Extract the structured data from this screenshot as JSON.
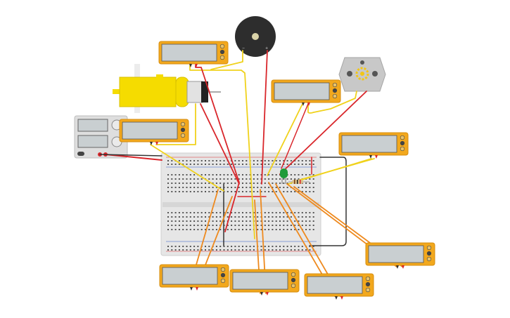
{
  "canvas": {
    "background": "#ffffff"
  },
  "colors": {
    "multimeter_body": "#f2a81d",
    "multimeter_screen": "#c9cfd1",
    "breadboard": "#e8e8e8",
    "wire_red": "#d9262b",
    "wire_yellow": "#f0d21c",
    "wire_orange": "#ee8a1f",
    "wire_black": "#333333",
    "motor_yellow": "#f5dc00",
    "buzzer": "#2d2d2d",
    "led_green": "#1f9b3a"
  },
  "components": {
    "buzzer": {
      "name": "piezo-buzzer",
      "minus_label": "−",
      "plus_label": "+"
    },
    "dc_motor": {
      "name": "dc-motor"
    },
    "gear_motor": {
      "name": "hobby-gearmotor"
    },
    "power_supply": {
      "name": "power-supply"
    },
    "breadboard": {
      "name": "breadboard"
    },
    "led": {
      "name": "led",
      "color": "green"
    },
    "resistor": {
      "name": "resistor"
    }
  },
  "multimeters": [
    {
      "id": "mm1",
      "name": "multimeter-top"
    },
    {
      "id": "mm2",
      "name": "multimeter-left"
    },
    {
      "id": "mm3",
      "name": "multimeter-middle"
    },
    {
      "id": "mm4",
      "name": "multimeter-right"
    },
    {
      "id": "mm5",
      "name": "multimeter-bottom-left"
    },
    {
      "id": "mm6",
      "name": "multimeter-bottom-center"
    },
    {
      "id": "mm7",
      "name": "multimeter-bottom-mid-right"
    },
    {
      "id": "mm8",
      "name": "multimeter-bottom-right"
    }
  ]
}
